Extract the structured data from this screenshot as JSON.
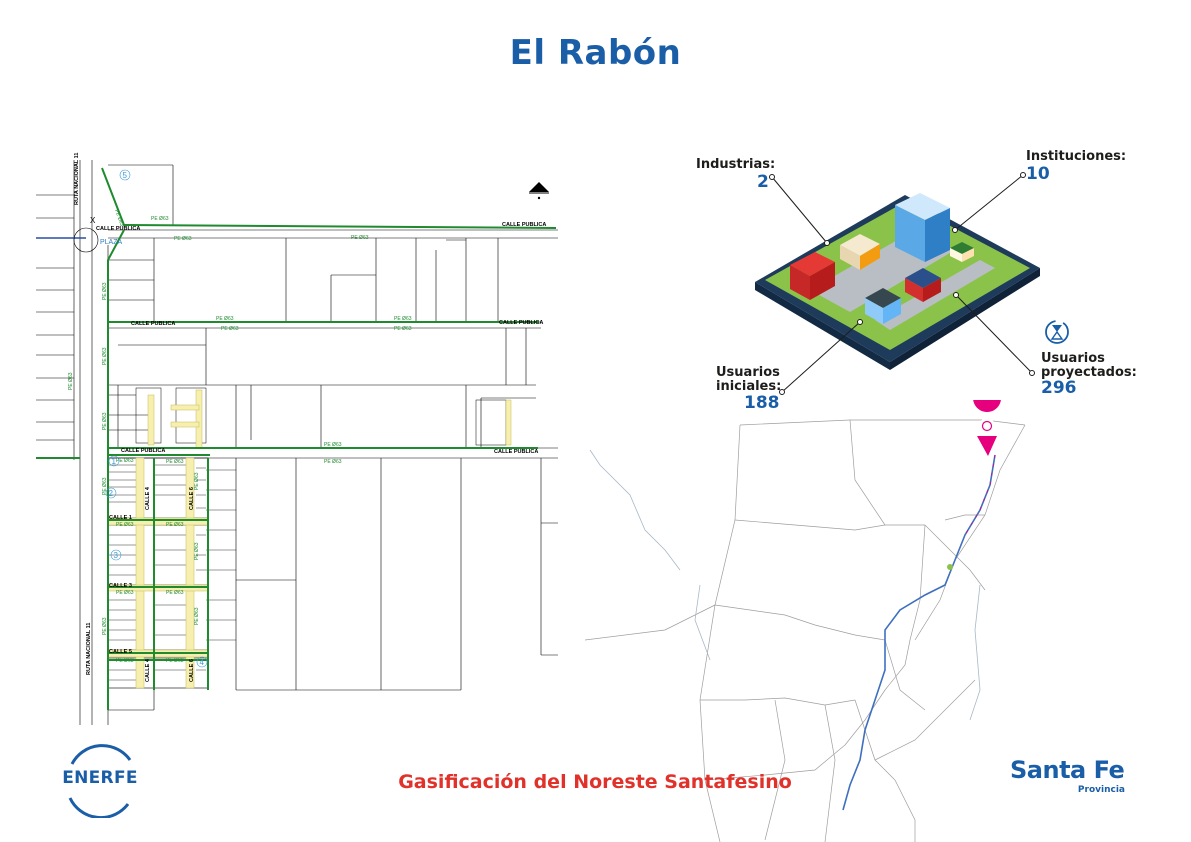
{
  "title": "El Rabón",
  "plan": {
    "road_label": "RUTA NACIONAL 11",
    "street_main": "CALLE PUBLICA",
    "pipe_label": "PE Ø63",
    "plaza_label": "PLAZA",
    "calle_1": "CALLE 1",
    "calle_3": "CALLE 3",
    "calle_5": "CALLE 5",
    "calle_4": "CALLE 4",
    "calle_6": "CALLE 6",
    "marker_x": "X",
    "numbers": [
      "1",
      "2",
      "3",
      "4",
      "5"
    ]
  },
  "stats": {
    "industrias": {
      "label": "Industrias:",
      "value": "2"
    },
    "instituciones": {
      "label": "Instituciones:",
      "value": "10"
    },
    "usuarios_iniciales": {
      "label_1": "Usuarios",
      "label_2": "iniciales:",
      "value": "188"
    },
    "usuarios_proyectados": {
      "label_1": "Usuarios",
      "label_2": "proyectados:",
      "value": "296"
    }
  },
  "footer": {
    "left_logo": "ENERFE",
    "center_text": "Gasificación del Noreste Santafesino",
    "right_name": "Santa Fe",
    "right_sub": "Provincia"
  },
  "colors": {
    "primary_blue": "#1a5ea8",
    "red_text": "#e0322a",
    "pipe_green": "#1f8a2e",
    "pin_magenta": "#e6007e"
  },
  "icons": [
    "north-arrow-icon",
    "location-pin-icon",
    "hourglass-icon"
  ]
}
